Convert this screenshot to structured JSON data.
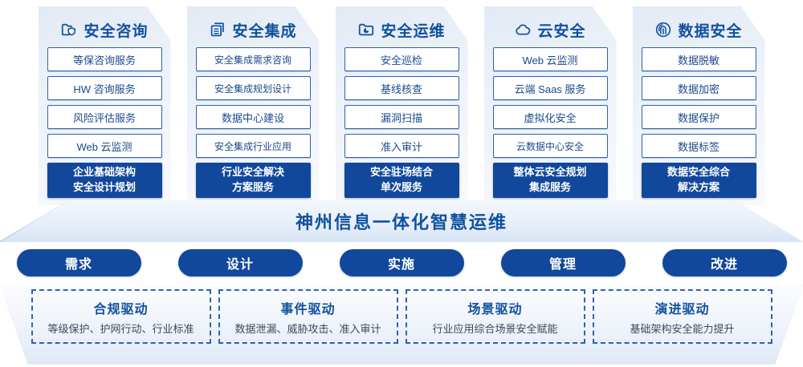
{
  "columns": [
    {
      "icon": "folder-shield-icon",
      "title": "安全咨询",
      "items": [
        "等保咨询服务",
        "HW 咨询服务",
        "风险评估服务",
        "Web 云监测"
      ],
      "summary": [
        "企业基础架构",
        "安全设计规划"
      ]
    },
    {
      "icon": "stacked-document-icon",
      "title": "安全集成",
      "items": [
        "安全集成需求咨询",
        "安全集成规划设计",
        "数据中心建设",
        "安全集成行业应用"
      ],
      "summary": [
        "行业安全解决",
        "方案服务"
      ]
    },
    {
      "icon": "folder-chart-icon",
      "title": "安全运维",
      "items": [
        "安全巡检",
        "基线核查",
        "漏洞扫描",
        "准入审计"
      ],
      "summary": [
        "安全驻场结合",
        "单次服务"
      ]
    },
    {
      "icon": "cloud-icon",
      "title": "云安全",
      "items": [
        "Web 云监测",
        "云端 Saas 服务",
        "虚拟化安全",
        "云数据中心安全"
      ],
      "summary": [
        "整体云安全规划",
        "集成服务"
      ]
    },
    {
      "icon": "fingerprint-icon",
      "title": "数据安全",
      "items": [
        "数据脱敏",
        "数据加密",
        "数据保护",
        "数据标签"
      ],
      "summary": [
        "数据安全综合",
        "解决方案"
      ]
    }
  ],
  "banner": {
    "title": "神州信息一体化智慧运维"
  },
  "phases": [
    {
      "label": "需求"
    },
    {
      "label": "设计"
    },
    {
      "label": "实施"
    },
    {
      "label": "管理"
    },
    {
      "label": "改进"
    }
  ],
  "drivers": [
    {
      "title": "合规驱动",
      "subtitle": "等级保护、护网行动、行业标准"
    },
    {
      "title": "事件驱动",
      "subtitle": "数据泄漏、威胁攻击、准入审计"
    },
    {
      "title": "场景驱动",
      "subtitle": "行业应用综合场景安全赋能"
    },
    {
      "title": "演进驱动",
      "subtitle": "基础架构安全能力提升"
    }
  ],
  "colors": {
    "brand_blue": "#10519e",
    "deep_blue": "#12489b",
    "border_blue": "#2e63ab",
    "text_gray": "#3c4a5c"
  }
}
